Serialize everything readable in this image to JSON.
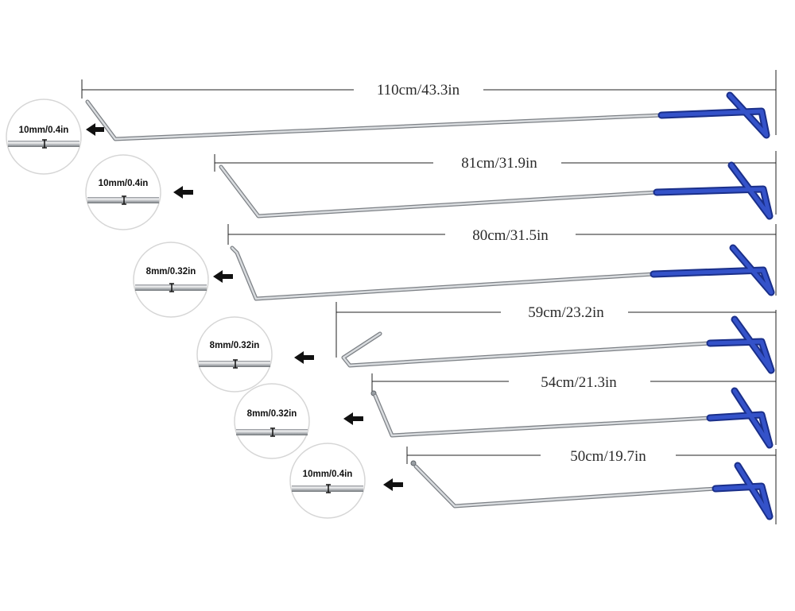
{
  "colors": {
    "background": "#ffffff",
    "rod": "#b9bdc1",
    "rod_highlight": "#eef0f2",
    "rod_shadow": "#7d8186",
    "handle": "#2b46b8",
    "handle_dark": "#1a2f8a",
    "dimension_line": "#222222",
    "arrow": "#111111",
    "circle_border": "#d6d6d6"
  },
  "tools": [
    {
      "length_label": "110cm/43.3in",
      "diameter_label": "10mm/0.4in",
      "tip_icon": "angled-tip-icon"
    },
    {
      "length_label": "81cm/31.9in",
      "diameter_label": "10mm/0.4in",
      "tip_icon": "angled-tip-icon"
    },
    {
      "length_label": "80cm/31.5in",
      "diameter_label": "8mm/0.32in",
      "tip_icon": "bent-tip-icon"
    },
    {
      "length_label": "59cm/23.2in",
      "diameter_label": "8mm/0.32in",
      "tip_icon": "hook-tip-icon"
    },
    {
      "length_label": "54cm/21.3in",
      "diameter_label": "8mm/0.32in",
      "tip_icon": "ball-tip-icon"
    },
    {
      "length_label": "50cm/19.7in",
      "diameter_label": "10mm/0.4in",
      "tip_icon": "ball-tip-icon"
    }
  ]
}
